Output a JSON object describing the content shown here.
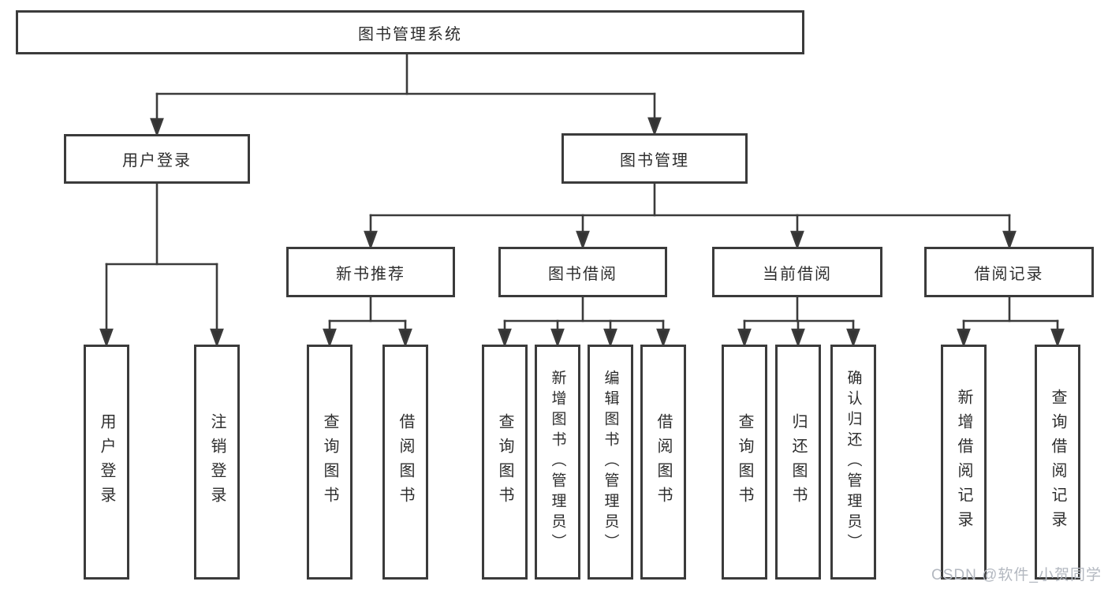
{
  "diagram": {
    "watermark": {
      "text": "CSDN @软件_小贺同学"
    },
    "colors": {
      "background": "#ffffff",
      "line": "#3b3b3b",
      "box_border": "#3b3b3b",
      "text": "#2e2e2e",
      "watermark": "#b3b8c0"
    },
    "tree": {
      "root": "图书管理系统",
      "branches": [
        {
          "label": "用户登录",
          "children": [
            "用户登录",
            "注销登录"
          ]
        },
        {
          "label": "图书管理",
          "groups": [
            {
              "label": "新书推荐",
              "children": [
                "查询图书",
                "借阅图书"
              ]
            },
            {
              "label": "图书借阅",
              "children": [
                "查询图书",
                "新增图书（管理员）",
                "编辑图书（管理员）",
                "借阅图书"
              ]
            },
            {
              "label": "当前借阅",
              "children": [
                "查询图书",
                "归还图书",
                "确认归还（管理员）"
              ]
            },
            {
              "label": "借阅记录",
              "children": [
                "新增借阅记录",
                "查询借阅记录"
              ]
            }
          ]
        }
      ]
    }
  }
}
